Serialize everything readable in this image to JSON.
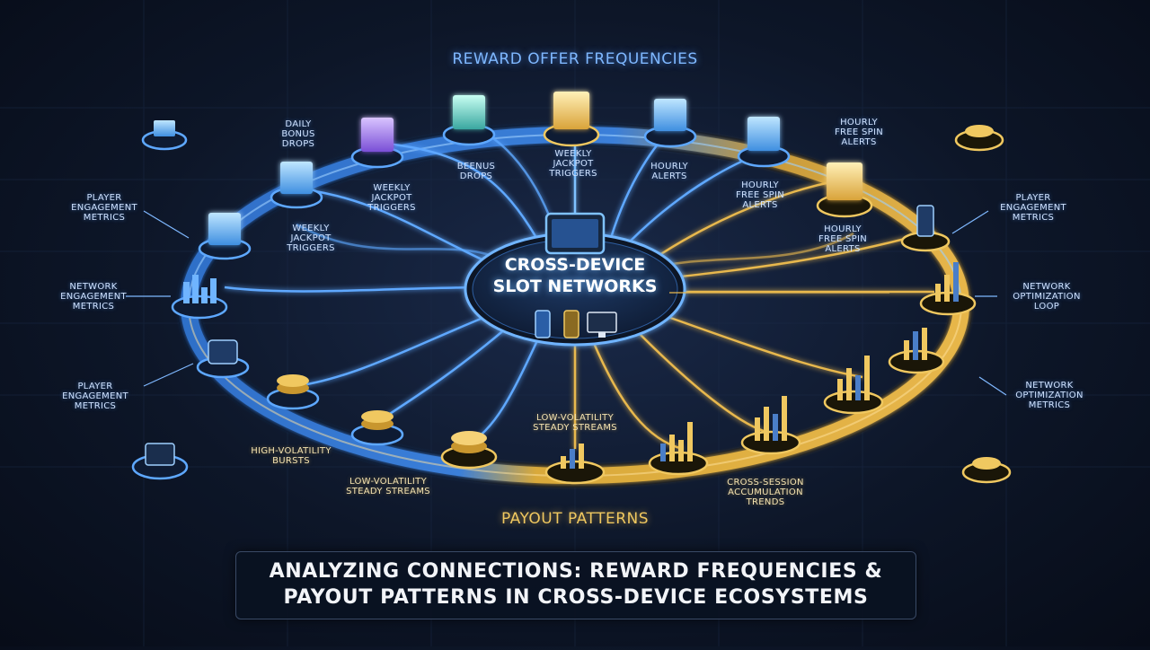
{
  "titles": {
    "top": "REWARD OFFER FREQUENCIES",
    "bottom": "PAYOUT PATTERNS",
    "hub_line1": "CROSS-DEVICE",
    "hub_line2": "SLOT NETWORKS"
  },
  "labels": {
    "daily_bonus_drops": "DAILY\nBONUS\nDROPS",
    "beenus_drops": "BEENUS\nDROPS",
    "weekly_jackpot_top": "WEEKLY\nJACKPOT\nTRIGGERS",
    "hourly_alerts": "HOURLY\nALERTS",
    "hourly_free_spin_top": "HOURLY\nFREE SPIN\nALERTS",
    "weekly_jackpot_inner": "WEEKLY\nJACKPOT\nTRIGGERS",
    "hourly_free_spin_inner": "HOURLY\nFREE SPIN\nALERTS",
    "weekly_jackpot_left": "WEEKLY\nJACKPOT\nTRIGGERS",
    "hourly_free_spin_right": "HOURLY\nFREE SPIN\nALERTS",
    "player_engagement_left_1": "PLAYER\nENGAGEMENT\nMETRICS",
    "network_engagement_left": "NETWORK\nENGAGEMENT\nMETRICS",
    "player_engagement_left_2": "PLAYER\nENGAGEMENT\nMETRICS",
    "player_engagement_right": "PLAYER\nENGAGEMENT\nMETRICS",
    "network_optimization_loop": "NETWORK\nOPTIMIZATION\nLOOP",
    "network_optimization_metrics": "NETWORK\nOPTIMIZATION\nMETRICS",
    "high_volatility": "HIGH-VOLATILITY\nBURSTS",
    "low_volatility_left": "LOW-VOLATILITY\nSTEADY STREAMS",
    "low_volatility_center": "LOW-VOLATILITY\nSTEADY STREAMS",
    "cross_session": "CROSS-SESSION\nACCUMULATION\nTRENDS"
  },
  "banner": {
    "line1": "ANALYZING CONNECTIONS: REWARD FREQUENCIES &",
    "line2": "PAYOUT PATTERNS IN CROSS-DEVICE ECOSYSTEMS"
  },
  "colors": {
    "blue_ring": "#3b7fd9",
    "blue_glow": "#6fb4ff",
    "gold_ring": "#d9a93a",
    "gold_glow": "#f5cf6a",
    "hub_fill": "#13233f",
    "background": "#0d1628"
  },
  "icons": {
    "hub_devices": [
      "tablet-icon",
      "phone-icon",
      "phone-icon",
      "monitor-icon"
    ],
    "cube_nodes": "reward-cube-icon",
    "coin_nodes": "coin-stack-icon",
    "bar_nodes": "bar-chart-icon"
  }
}
